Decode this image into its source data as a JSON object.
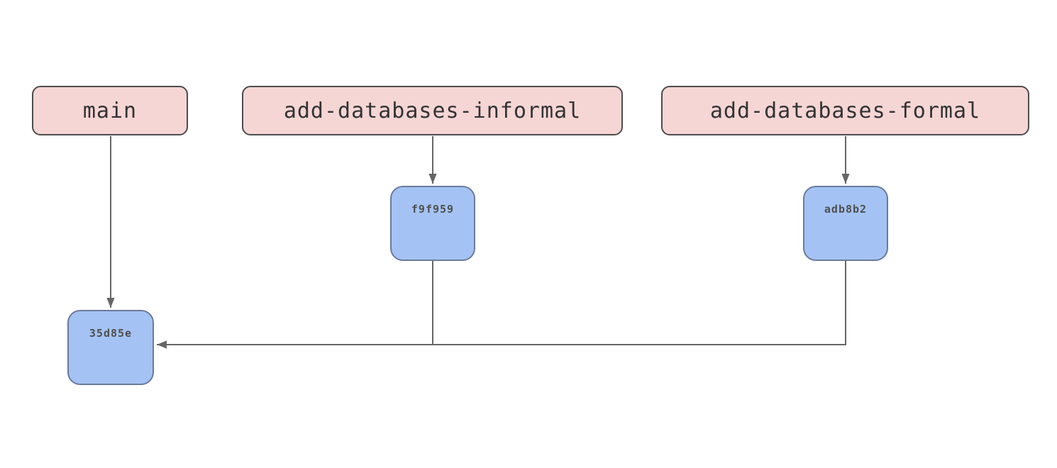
{
  "diagram_type": "git-graph",
  "colors": {
    "background": "#ffffff",
    "branch_fill": "#f5d6d5",
    "branch_border": "#4d4d4d",
    "commit_fill": "#a4c3f4",
    "commit_border": "#6c7a9c",
    "line": "#666666",
    "text": "#333333",
    "commit_text": "#4f4f4f"
  },
  "branches": [
    {
      "label": "main"
    },
    {
      "label": "add-databases-informal"
    },
    {
      "label": "add-databases-formal"
    }
  ],
  "commits": [
    {
      "id": "f9f959",
      "branch": "add-databases-informal",
      "parent": "35d85e"
    },
    {
      "id": "adb8b2",
      "branch": "add-databases-formal",
      "parent": "35d85e"
    },
    {
      "id": "35d85e",
      "branch": "main",
      "parent": null
    }
  ],
  "edges": [
    {
      "from": "main",
      "to": "35d85e",
      "type": "branch-pointer"
    },
    {
      "from": "add-databases-informal",
      "to": "f9f959",
      "type": "branch-pointer"
    },
    {
      "from": "add-databases-formal",
      "to": "adb8b2",
      "type": "branch-pointer"
    },
    {
      "from": "f9f959",
      "to": "35d85e",
      "type": "parent-arrow"
    },
    {
      "from": "adb8b2",
      "to": "35d85e",
      "type": "parent-arrow"
    }
  ]
}
